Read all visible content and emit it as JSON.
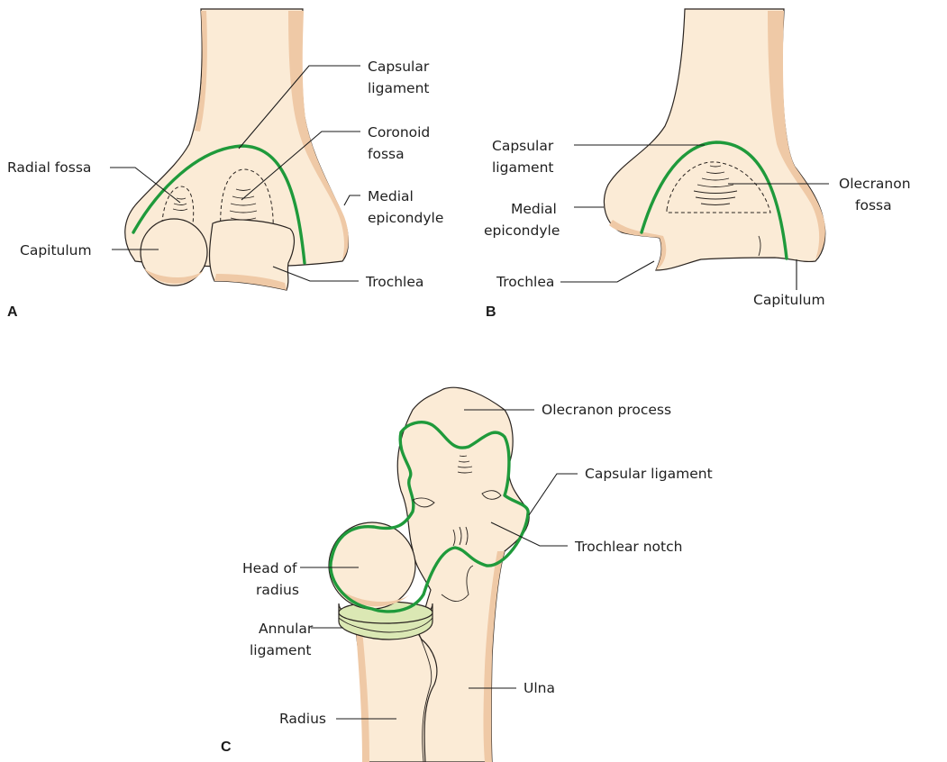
{
  "panels": {
    "a": {
      "letter": "A",
      "labels": {
        "capsular_ligament": [
          "Capsular",
          "ligament"
        ],
        "coronoid_fossa": [
          "Coronoid",
          "fossa"
        ],
        "radial_fossa": "Radial fossa",
        "medial_epicondyle": [
          "Medial",
          "epicondyle"
        ],
        "capitulum": "Capitulum",
        "trochlea": "Trochlea"
      }
    },
    "b": {
      "letter": "B",
      "labels": {
        "capsular_ligament": [
          "Capsular",
          "ligament"
        ],
        "olecranon_fossa": [
          "Olecranon",
          "fossa"
        ],
        "medial_epicondyle": [
          "Medial",
          "epicondyle"
        ],
        "trochlea": "Trochlea",
        "capitulum": "Capitulum"
      }
    },
    "c": {
      "letter": "C",
      "labels": {
        "olecranon_process": "Olecranon process",
        "capsular_ligament": "Capsular ligament",
        "trochlear_notch": "Trochlear notch",
        "head_of_radius": [
          "Head of",
          "radius"
        ],
        "annular_ligament": [
          "Annular",
          "ligament"
        ],
        "ulna": "Ulna",
        "radius": "Radius"
      }
    }
  },
  "colors": {
    "capsular_ligament": "#1f9a3b",
    "bone": "#fbebd6",
    "bone_shade": "#efc9a6",
    "annular_ligament": "#dbe8b4"
  }
}
